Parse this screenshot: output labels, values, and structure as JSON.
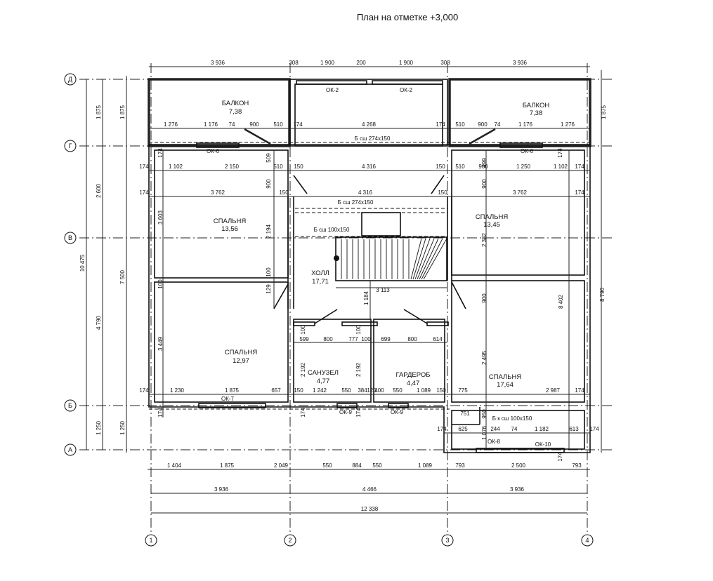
{
  "title": "План на отметке +3,000",
  "axes": {
    "rows": [
      "Д",
      "Г",
      "В",
      "Б",
      "А"
    ],
    "cols": [
      "1",
      "2",
      "3",
      "4"
    ]
  },
  "rooms": [
    {
      "name": "БАЛКОН",
      "area": "7,38"
    },
    {
      "name": "БАЛКОН",
      "area": "7,38"
    },
    {
      "name": "СПАЛЬНЯ",
      "area": "13,56"
    },
    {
      "name": "СПАЛЬНЯ",
      "area": "13,45"
    },
    {
      "name": "ХОЛЛ",
      "area": "17,71"
    },
    {
      "name": "СПАЛЬНЯ",
      "area": "12,97"
    },
    {
      "name": "САНУЗЕЛ",
      "area": "4,77"
    },
    {
      "name": "ГАРДЕРОБ",
      "area": "4,47"
    },
    {
      "name": "СПАЛЬНЯ",
      "area": "17,64"
    }
  ],
  "marks": {
    "windows": [
      "ОК-2",
      "ОК-2",
      "ОК-6",
      "ОК-6",
      "ОК-7",
      "ОК-9",
      "ОК-9",
      "ОК-8",
      "ОК-10"
    ],
    "beams": [
      "Б сш 274x150",
      "Б сш 274x150",
      "Б сш 100x150",
      "Б к сш 100x150"
    ]
  },
  "dims": {
    "top": [
      "3 936",
      "308",
      "1 900",
      "200",
      "1 900",
      "308",
      "3 936"
    ],
    "balcony_row": [
      "1 276",
      "1 176",
      "74",
      "900",
      "510",
      "174",
      "4 268",
      "174",
      "510",
      "900",
      "74",
      "1 176",
      "1 276"
    ],
    "row_g": [
      "174",
      "1 102",
      "2 150",
      "510",
      "150",
      "4 316",
      "150",
      "510",
      "900",
      "1 250",
      "1 102",
      "174"
    ],
    "row_g_vert": [
      "174",
      "509",
      "499",
      "174"
    ],
    "row_v": [
      "174",
      "3 762",
      "150",
      "4 316",
      "150",
      "3 762",
      "174"
    ],
    "row_v_vert": [
      "900",
      "900"
    ],
    "mid_vert": [
      "3 603",
      "2 194",
      "100",
      "129",
      "100",
      "2 382",
      "900",
      "8 402",
      "8 790",
      "1 184",
      "3 449",
      "100",
      "100",
      "2 192",
      "2 192",
      "2 495"
    ],
    "stair": "3 113",
    "row_hall": [
      "599",
      "800",
      "777",
      "100",
      "699",
      "800",
      "614"
    ],
    "row_b": [
      "174",
      "1 230",
      "1 875",
      "657",
      "150",
      "1 242",
      "550",
      "384",
      "120",
      "400",
      "550",
      "1 089",
      "150",
      "775",
      "2 987",
      "174"
    ],
    "row_b_vert": [
      "174",
      "174",
      "174"
    ],
    "bay": [
      "751",
      "950",
      "174",
      "625",
      "1 076",
      "244",
      "74",
      "1 182",
      "613",
      "174",
      "174"
    ],
    "bottom_chain": [
      "1 404",
      "1 875",
      "2 049",
      "550",
      "884",
      "550",
      "1 089",
      "793",
      "2 500",
      "793"
    ],
    "axis_chain": [
      "3 936",
      "4 466",
      "3 936"
    ],
    "overall": "12 338",
    "left_outer": "10 475",
    "left_axis": [
      "1 875",
      "2 600",
      "4 790",
      "1 250"
    ],
    "left_inner": [
      "1 875",
      "7 500",
      "1 250"
    ],
    "right": [
      "1 875"
    ]
  }
}
